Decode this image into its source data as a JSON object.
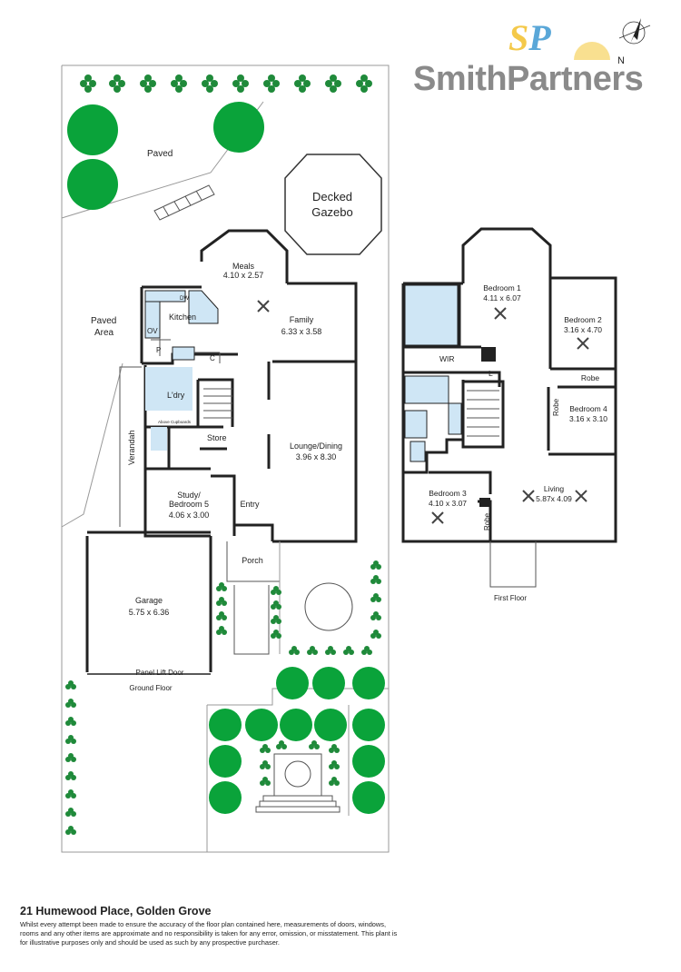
{
  "brand": {
    "name": "SmithPartners",
    "mark_s": "S",
    "mark_p": "P",
    "accent_yellow": "#f4c94a",
    "accent_blue": "#5aa7d8",
    "text_grey": "#8a8a8a"
  },
  "compass": {
    "label": "N"
  },
  "outdoor": {
    "paved_top": "Paved",
    "paved_area_line1": "Paved",
    "paved_area_line2": "Area",
    "gazebo_line1": "Decked",
    "gazebo_line2": "Gazebo",
    "verandah": "Verandah",
    "tree_color": "#0aa33a",
    "shrub_color": "#1f8a3a"
  },
  "ground_floor": {
    "caption": "Ground Floor",
    "rooms": {
      "meals": {
        "name": "Meals",
        "size": "4.10 x 2.57"
      },
      "kitchen": {
        "name": "Kitchen"
      },
      "dw": "DW",
      "ov": "OV",
      "pantry": "P",
      "cupboard": "C",
      "family": {
        "name": "Family",
        "size": "6.33 x 3.58"
      },
      "laundry": {
        "name": "L'dry"
      },
      "above_cupboards": "Above Cupboards",
      "store": {
        "name": "Store"
      },
      "lounge": {
        "name": "Lounge/Dining",
        "size": "3.96 x 8.30"
      },
      "study_line1": "Study/",
      "study_line2": "Bedroom 5",
      "study_size": "4.06 x 3.00",
      "entry": {
        "name": "Entry"
      },
      "porch": {
        "name": "Porch"
      },
      "garage": {
        "name": "Garage",
        "size": "5.75 x 6.36"
      },
      "garage_door": "Panel Lift Door"
    }
  },
  "first_floor": {
    "caption": "First Floor",
    "rooms": {
      "bed1": {
        "name": "Bedroom 1",
        "size": "4.11 x 6.07"
      },
      "bed2": {
        "name": "Bedroom 2",
        "size": "3.16 x 4.70"
      },
      "robe2": "Robe",
      "bed4": {
        "name": "Bedroom 4",
        "size": "3.16 x 3.10"
      },
      "robe4": "Robe",
      "wir": "WIR",
      "linen": "L",
      "bed3": {
        "name": "Bedroom 3",
        "size": "4.10 x 3.07"
      },
      "robe3": "Robe",
      "living": {
        "name": "Living",
        "size": "5.87x 4.09"
      }
    }
  },
  "footer": {
    "address": "21 Humewood Place, Golden Grove",
    "disclaimer": "Whilst every attempt been made to ensure the accuracy of the floor plan contained here, measurements of doors, windows, rooms and any other items are approximate and no responsibility is taken for any error, omission, or misstatement. This plant is for illustrative purposes only and should be used as such by any prospective purchaser."
  },
  "colors": {
    "wet_area": "#cfe6f5",
    "wall": "#222222"
  }
}
